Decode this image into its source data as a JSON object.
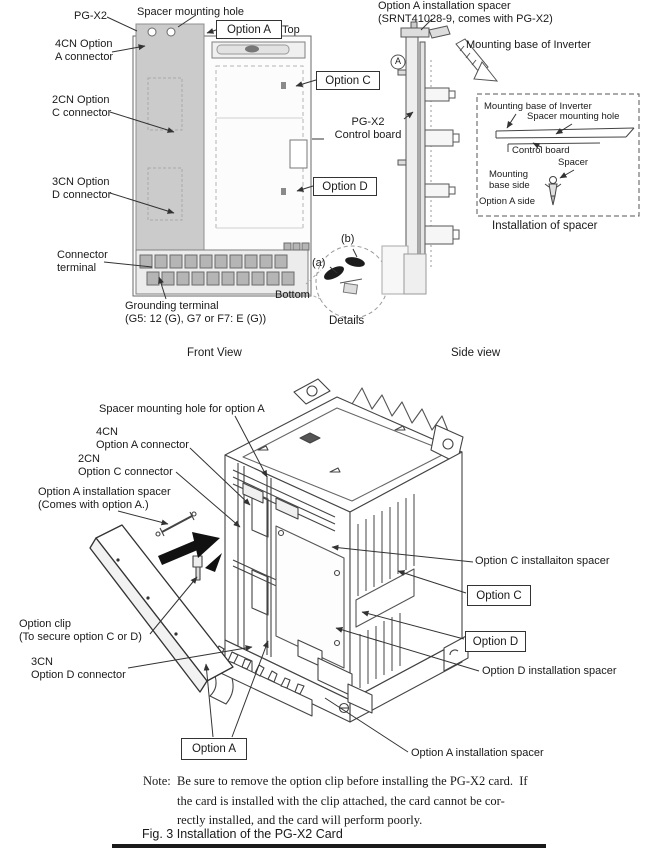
{
  "figure_top": {
    "pgx2": "PG-X2",
    "spacer_mounting_hole": "Spacer mounting hole",
    "option_a": "Option A",
    "top": "Top",
    "cn4": "4CN Option\nA connector",
    "cn2": "2CN Option\nC connector",
    "cn3": "3CN Option\nD connector",
    "connector_terminal": "Connector\nterminal",
    "grounding_terminal": "Grounding terminal\n(G5: 12 (G), G7 or F7: E (G))",
    "front_view": "Front View",
    "option_c": "Option C",
    "control_board": "PG-X2\nControl board",
    "option_d": "Option D",
    "bottom": "Bottom",
    "detail_a": "(a)",
    "detail_b": "(b)",
    "details": "Details",
    "spacer_note": "Option A installation spacer\n(SRNT41028-9, comes with PG-X2)",
    "mounting_base": "Mounting base of Inverter",
    "circle_a": "A",
    "side_view": "Side view",
    "inset": {
      "mounting_base": "Mounting base of Inverter",
      "spacer_mounting_hole": "Spacer mounting hole",
      "control_board": "Control board",
      "spacer": "Spacer",
      "mounting_base_side": "Mounting\nbase side",
      "option_a_side": "Option A side",
      "caption": "Installation of spacer"
    }
  },
  "figure_bottom": {
    "spacer_hole": "Spacer mounting hole for option A",
    "cn4": "4CN\nOption A connector",
    "cn2": "2CN\nOption C connector",
    "option_a_spacer": "Option A installation spacer\n(Comes with option A.)",
    "option_clip": "Option clip\n(To secure option C or D)",
    "cn3": "3CN\nOption D connector",
    "option_a": "Option A",
    "option_c_spacer": "Option C installaiton spacer",
    "option_c": "Option C",
    "option_d": "Option D",
    "option_d_spacer": "Option D installation spacer",
    "option_a_spacer_2": "Option A installation spacer"
  },
  "note": {
    "label": "Note:",
    "text": "Be sure to remove the option clip before installing the PG-X2 card.  If\nthe card is installed with the clip attached, the card cannot be cor-\nrectly installed, and the card will perform poorly."
  },
  "caption": "Fig. 3  Installation of the PG-X2 Card",
  "colors": {
    "line_art": "#555555",
    "leader": "#333333",
    "card_fill": "#cbcbcb"
  }
}
